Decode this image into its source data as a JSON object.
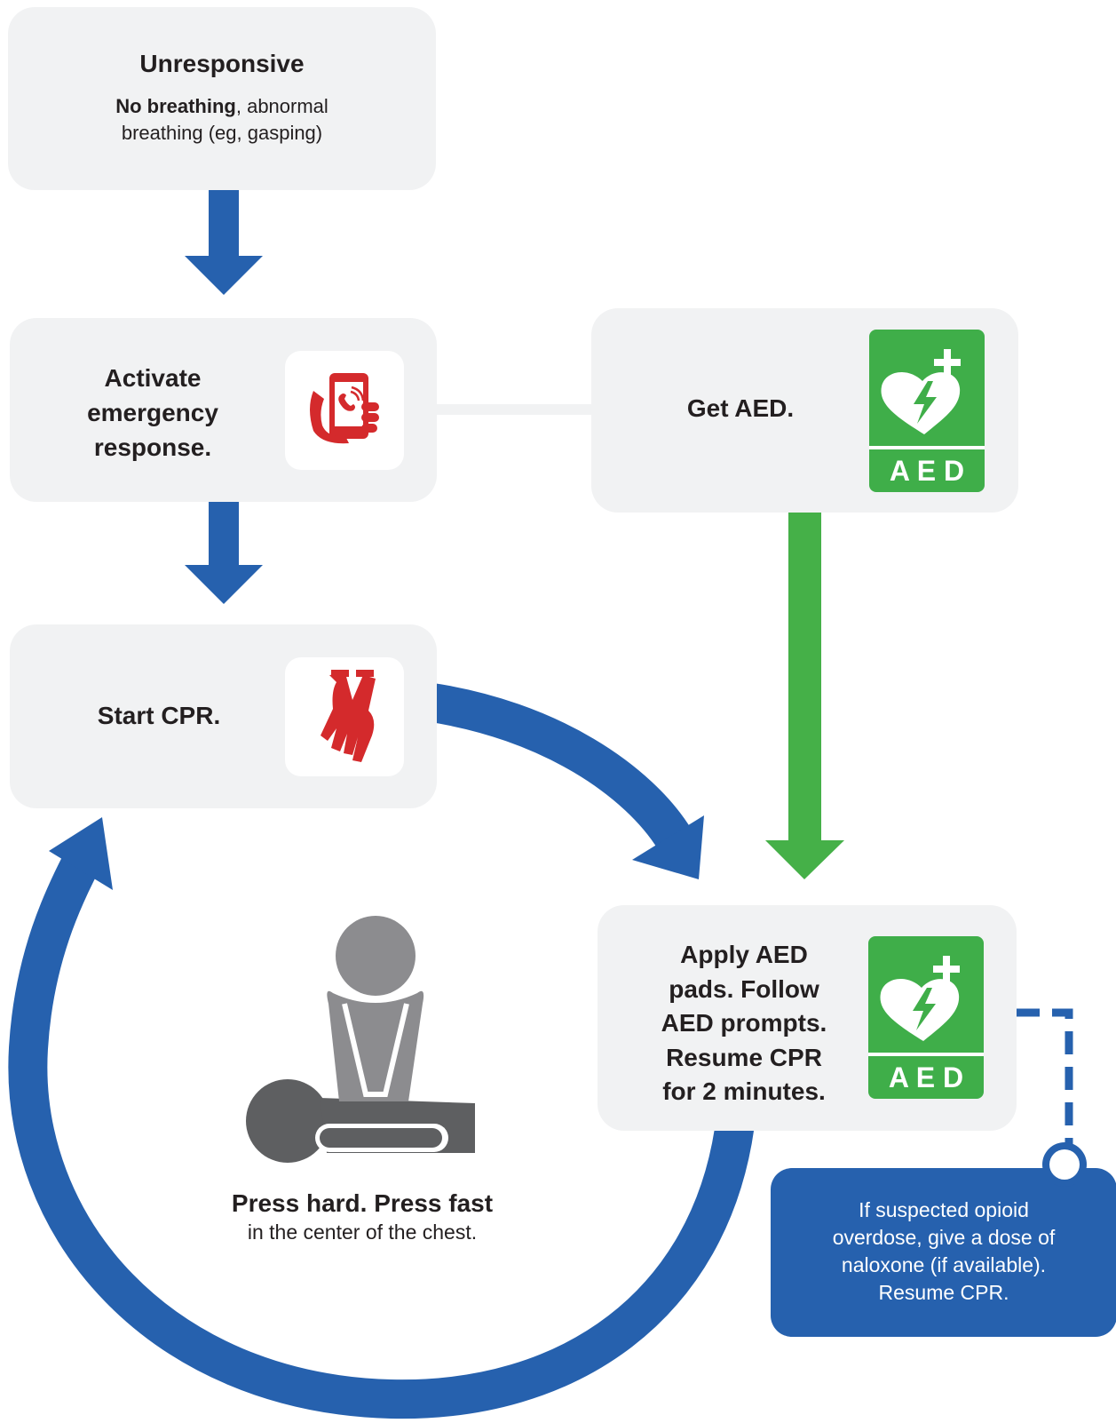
{
  "colors": {
    "box": "#f1f2f3",
    "arrow_blue": "#2661ae",
    "arrow_green": "#45b048",
    "aed_green": "#3fae49",
    "icon_red": "#d42a2c",
    "figure_gray": "#8c8c8f",
    "figure_dark": "#5e5f61",
    "callout_blue": "#2661ae"
  },
  "unresponsive": {
    "title": "Unresponsive",
    "bold": "No breathing",
    "rest_line1": ", abnormal",
    "line2": "breathing (eg, gasping)"
  },
  "activate": {
    "lines": [
      "Activate",
      "emergency",
      "response."
    ],
    "icon": "phone-in-hand-icon"
  },
  "get_aed": {
    "label": "Get AED.",
    "icon": "aed-icon",
    "aed_text": "A E D"
  },
  "start_cpr": {
    "label": "Start CPR.",
    "icon": "hands-compression-icon"
  },
  "apply_aed": {
    "lines": [
      "Apply AED",
      "pads. Follow",
      "AED prompts.",
      "Resume CPR",
      "for 2 minutes."
    ],
    "icon": "aed-icon",
    "aed_text": "A E D"
  },
  "press": {
    "bold": "Press hard. Press fast",
    "normal": "in the center of the chest.",
    "icon": "cpr-rescuer-figure"
  },
  "opioid": {
    "lines": [
      "If suspected opioid",
      "overdose, give a dose of",
      "naloxone (if available).",
      "Resume CPR."
    ]
  }
}
